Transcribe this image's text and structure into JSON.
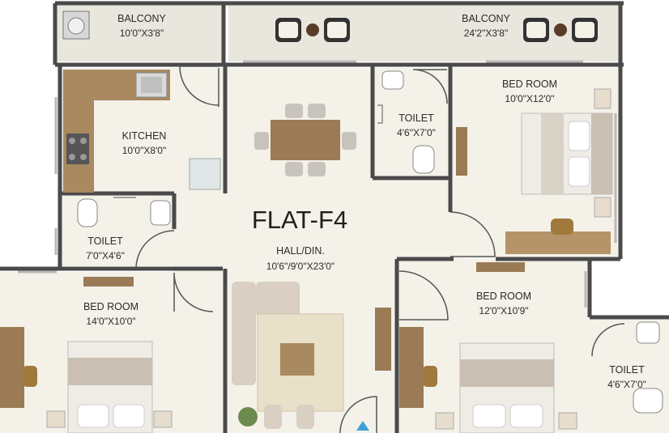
{
  "flat": {
    "title": "FLAT-F4",
    "hall": {
      "name": "HALL/DIN.",
      "dims": "10'6\"/9'0\"X23'0\""
    }
  },
  "rooms": {
    "balcony_left": {
      "name": "BALCONY",
      "dims": "10'0\"X3'8\""
    },
    "balcony_right": {
      "name": "BALCONY",
      "dims": "24'2\"X3'8\""
    },
    "kitchen": {
      "name": "KITCHEN",
      "dims": "10'0\"X8'0\""
    },
    "toilet_top": {
      "name": "TOILET",
      "dims": "4'6\"X7'0\""
    },
    "bedroom_top_right": {
      "name": "BED ROOM",
      "dims": "10'0\"X12'0\""
    },
    "toilet_left": {
      "name": "TOILET",
      "dims": "7'0\"X4'6\""
    },
    "bedroom_left": {
      "name": "BED ROOM",
      "dims": "14'0\"X10'0\""
    },
    "bedroom_mid": {
      "name": "BED ROOM",
      "dims": "12'0\"X10'9\""
    },
    "toilet_right": {
      "name": "TOILET",
      "dims": "4'6\"X7'0\""
    }
  },
  "colors": {
    "floor": "#f4f1e8",
    "balcony": "#e9e6dd",
    "wall": "#4a4a4a",
    "counter": "#a9895f",
    "wood": "#9a7b55",
    "sofa": "#d9cfc2",
    "rug": "#e8e0c8",
    "bed": "#efece6",
    "headboard": "#c9bfb2"
  }
}
